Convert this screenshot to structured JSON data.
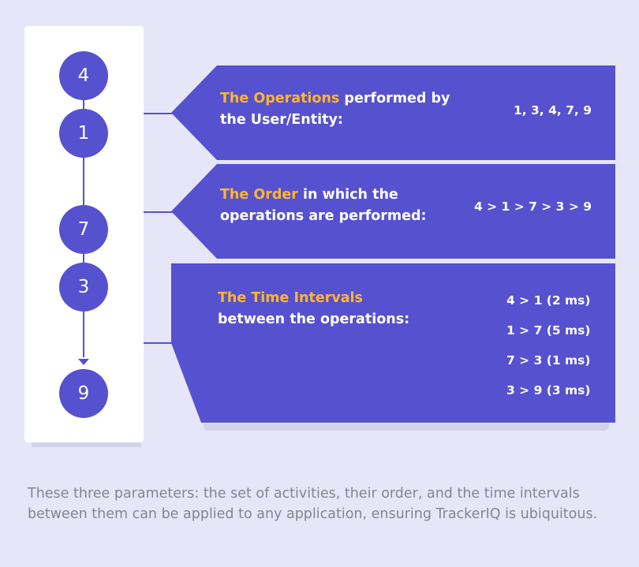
{
  "timeline": {
    "nodes": [
      "4",
      "1",
      "7",
      "3",
      "9"
    ]
  },
  "cards": [
    {
      "title_highlight": "The Operations",
      "title_line1_rest": " performed by",
      "title_line2": "the User/Entity:",
      "value": "1, 3, 4, 7, 9"
    },
    {
      "title_highlight": "The Order",
      "title_line1_rest": " in which the",
      "title_line2": "operations are performed:",
      "value": "4 > 1 >  7 >  3  > 9"
    },
    {
      "title_highlight": "The Time Intervals",
      "title_line2": "between the operations:",
      "intervals": [
        "4 > 1 (2 ms)",
        "1 > 7 (5 ms)",
        "7 > 3 (1 ms)",
        "3 > 9 (3 ms)"
      ]
    }
  ],
  "caption": "These three parameters: the set of activities, their order, and the time intervals between them can be applied to any application, ensuring TrackerIQ is ubiquitous.",
  "colors": {
    "background": "#e6e6f8",
    "card": "#5651cf",
    "highlight": "#ffb52e",
    "caption_text": "#858590"
  }
}
